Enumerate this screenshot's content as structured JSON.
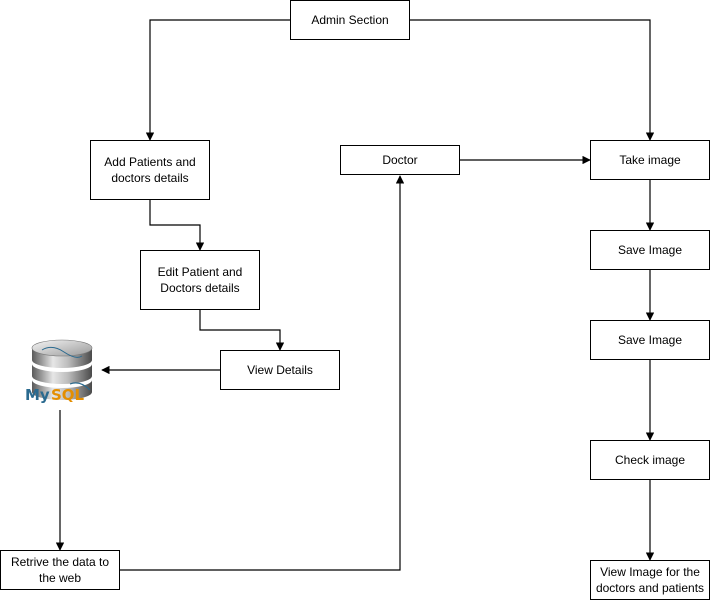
{
  "nodes": {
    "admin_section": "Admin Section",
    "add_patients": "Add Patients and\ndoctors details",
    "edit_patient": "Edit Patient and\nDoctors details",
    "view_details": "View Details",
    "doctor": "Doctor",
    "take_image": "Take image",
    "save_image_1": "Save Image",
    "save_image_2": "Save Image",
    "check_image": "Check image",
    "view_image": "View Image for the\ndoctors and patients",
    "retrive": "Retrive the data to\nthe web"
  },
  "database": {
    "label": "MySQL",
    "icon": "mysql-database-icon"
  },
  "colors": {
    "line": "#000000",
    "db_blue": "#2a6a8f",
    "db_orange": "#e48e00"
  }
}
